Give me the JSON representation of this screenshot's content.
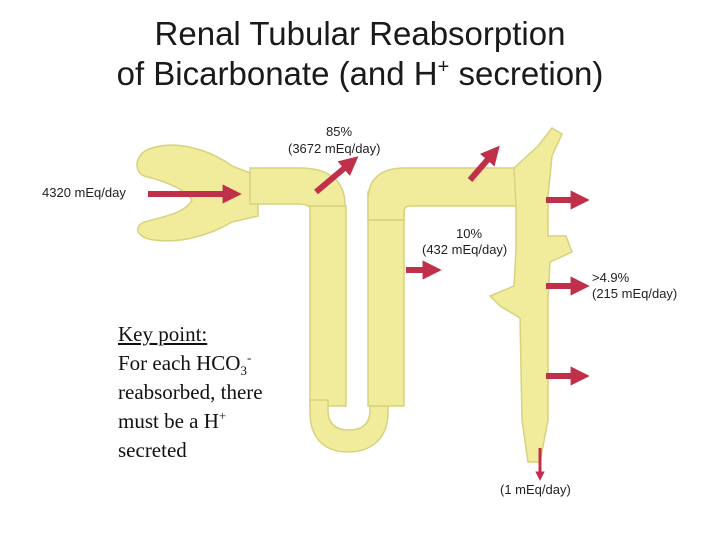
{
  "title": {
    "line1": "Renal Tubular Reabsorption",
    "line2_prefix": "of Bicarbonate (and H",
    "line2_sup": "+",
    "line2_suffix": " secretion)"
  },
  "labels": {
    "filtered_load": "4320 mEq/day",
    "proximal_pct": "85%",
    "proximal_amt": "(3672 mEq/day)",
    "loop_pct": "10%",
    "loop_amt": "(432 mEq/day)",
    "distal_pct": ">4.9%",
    "distal_amt": "(215 mEq/day)",
    "excreted": "(1 mEq/day)"
  },
  "key_point": {
    "heading": "Key point:",
    "line1_prefix": "For each HCO",
    "line1_sub": "3",
    "line1_sup": "-",
    "line2": "reabsorbed, there",
    "line3_prefix": "must be a H",
    "line3_sup": "+",
    "line4": "secreted"
  },
  "colors": {
    "tubule_fill": "#f1ec9c",
    "tubule_stroke": "#d8d27e",
    "arrow": "#c0304a"
  }
}
